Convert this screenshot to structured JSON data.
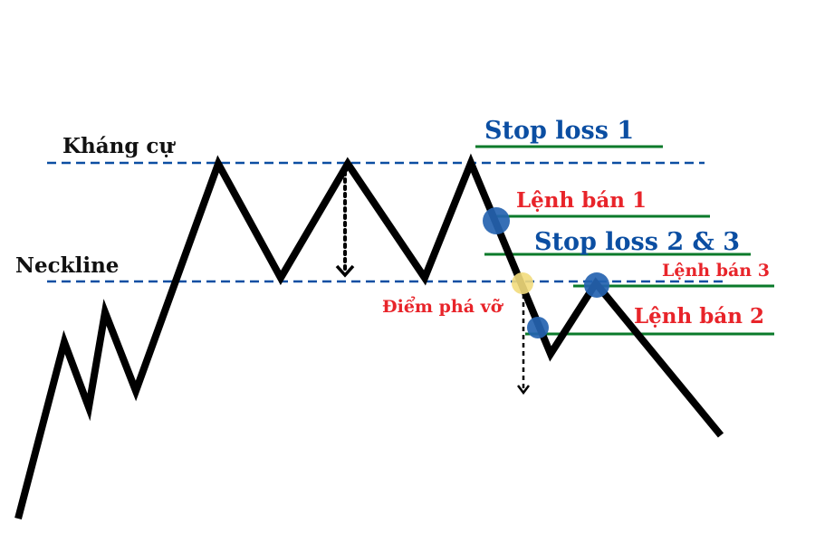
{
  "labels": {
    "resistance": "Kháng cự",
    "neckline": "Neckline",
    "stop_loss_1": "Stop loss 1",
    "stop_loss_2_3": "Stop loss 2 & 3",
    "sell_order_1": "Lệnh bán 1",
    "sell_order_3": "Lệnh bán 3",
    "sell_order_2": "Lệnh bán 2",
    "breakout_point": "Điểm phá vỡ"
  },
  "colors": {
    "price_line": "#000000",
    "level_line": "#0b4ea2",
    "order_line": "#0a7a2a",
    "blue_text": "#0b4ea2",
    "red_text": "#e8242a",
    "dark_text": "#111111",
    "order_dot": "#2563b0",
    "breakout_dot": "#f2dc7c"
  }
}
